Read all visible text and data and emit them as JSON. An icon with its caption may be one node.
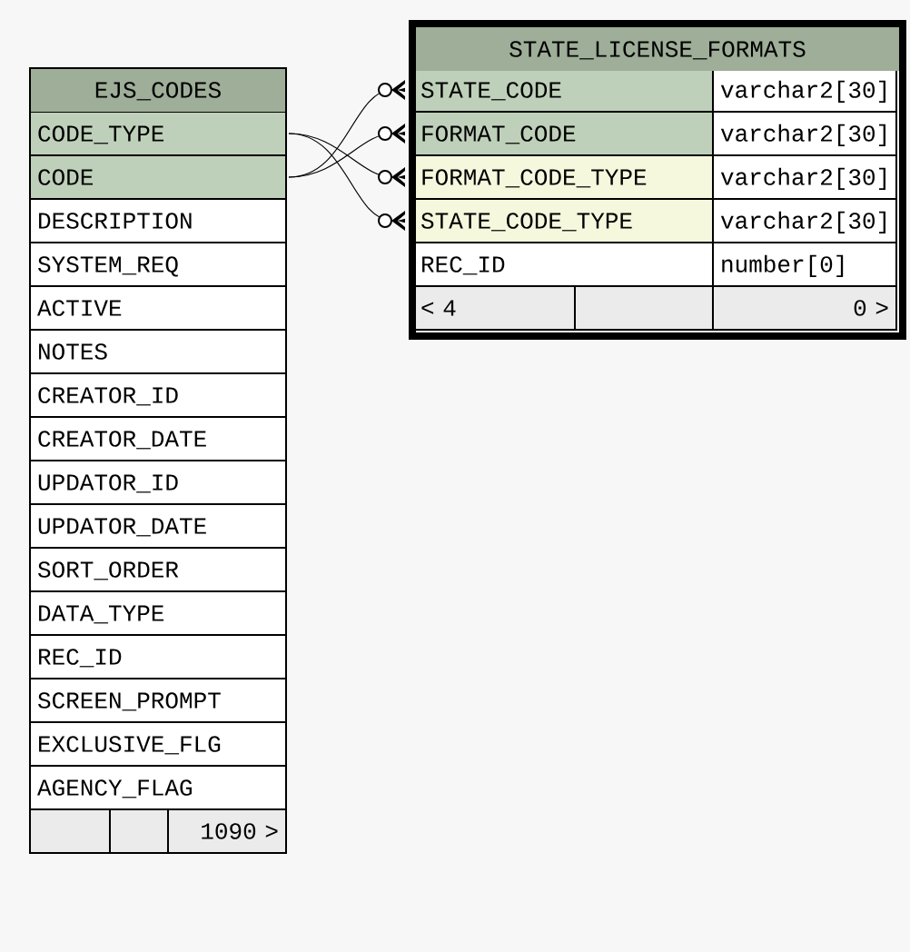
{
  "diagram": {
    "nodes": [
      {
        "text": [
          "EJS_CODES"
        ]
      },
      {
        "text": [
          "CODE_TYPE"
        ],
        "in": 0
      },
      {
        "text": [
          "CODE"
        ],
        "in": 0
      },
      {
        "text": [
          "DESCRIPTION"
        ],
        "in": 0
      },
      {
        "text": [
          "SYSTEM_REQ"
        ],
        "in": 0
      },
      {
        "text": [
          "ACTIVE"
        ],
        "in": 0
      },
      {
        "text": [
          "NOTES"
        ],
        "in": 0
      },
      {
        "text": [
          "CREATOR_ID"
        ],
        "in": 0
      },
      {
        "text": [
          "CREATOR_DATE"
        ],
        "in": 0
      },
      {
        "text": [
          "UPDATOR_ID"
        ],
        "in": 0
      },
      {
        "text": [
          "UPDATOR_DATE"
        ],
        "in": 0
      },
      {
        "text": [
          "SORT_ORDER"
        ],
        "in": 0
      },
      {
        "text": [
          "DATA_TYPE"
        ],
        "in": 0
      },
      {
        "text": [
          "REC_ID"
        ],
        "in": 0
      },
      {
        "text": [
          "SCREEN_PROMPT"
        ],
        "in": 0
      },
      {
        "text": [
          "EXCLUSIVE_FLG"
        ],
        "in": 0
      },
      {
        "text": [
          "AGENCY_FLAG"
        ],
        "in": 0
      },
      {
        "text": [],
        "shape": "box",
        "in": 0
      },
      {
        "text": [],
        "shape": "box",
        "in": 0
      },
      {
        "text": [
          "1090 >"
        ],
        "in": 0
      },
      {
        "text": [
          "STATE_LICENSE_FORMATS"
        ]
      },
      {
        "text": [
          "STATE_CODE"
        ],
        "in": 20
      },
      {
        "text": [
          "varchar2[30]"
        ],
        "in": 20
      },
      {
        "text": [
          "FORMAT_CODE"
        ],
        "in": 20
      },
      {
        "text": [
          "varchar2[30]"
        ],
        "in": 20
      },
      {
        "text": [
          "FORMAT_CODE_TYPE"
        ],
        "in": 20
      },
      {
        "text": [
          "varchar2[30]"
        ],
        "in": 20
      },
      {
        "text": [
          "STATE_CODE_TYPE"
        ],
        "in": 20
      },
      {
        "text": [
          "varchar2[30]"
        ],
        "in": 20
      },
      {
        "text": [
          "REC_ID"
        ],
        "in": 20
      },
      {
        "text": [
          "number[0]"
        ],
        "in": 20
      },
      {
        "text": [
          "< 4"
        ],
        "in": 20
      },
      {
        "text": [],
        "shape": "box",
        "in": 20
      },
      {
        "text": [
          "0 >"
        ],
        "in": 20
      }
    ],
    "edges": [
      {
        "from": 21,
        "to": 2,
        "arrow": "other"
      },
      {
        "from": 23,
        "to": 2,
        "arrow": "other"
      },
      {
        "from": 25,
        "to": 1,
        "arrow": "other"
      },
      {
        "from": 27,
        "to": 1,
        "arrow": "other"
      }
    ]
  }
}
